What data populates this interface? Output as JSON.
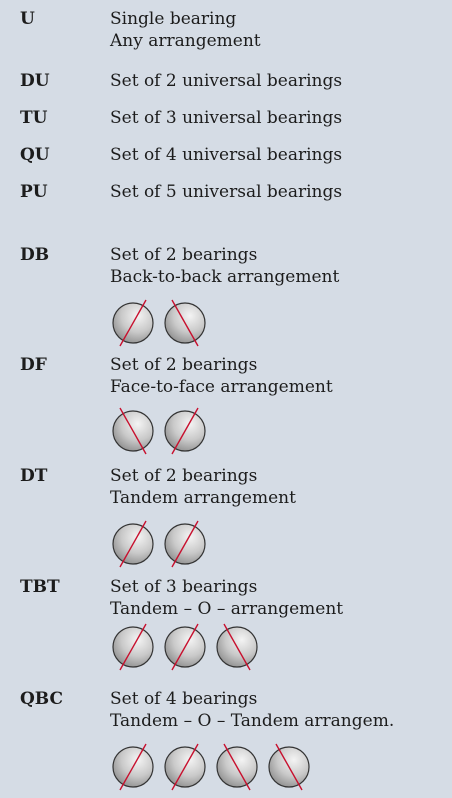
{
  "colors": {
    "background": "#d5dce5",
    "text": "#1c1c1c",
    "contact_line": "#c8102e",
    "ball_light": "#f4f4f4",
    "ball_dark": "#8c8c8c",
    "ball_outline": "#333333"
  },
  "entries": [
    {
      "code": "U",
      "line1": "Single bearing",
      "line2": "Any arrangement"
    },
    {
      "code": "DU",
      "line1": "Set of 2 universal bearings",
      "line2": ""
    },
    {
      "code": "TU",
      "line1": "Set of 3 universal bearings",
      "line2": ""
    },
    {
      "code": "QU",
      "line1": "Set of 4 universal bearings",
      "line2": ""
    },
    {
      "code": "PU",
      "line1": "Set of 5 universal bearings",
      "line2": ""
    },
    {
      "code": "DB",
      "line1": "Set of 2 bearings",
      "line2": "Back-to-back arrangement",
      "contact_angles": [
        "right",
        "left"
      ]
    },
    {
      "code": "DF",
      "line1": "Set of 2 bearings",
      "line2": "Face-to-face arrangement",
      "contact_angles": [
        "left",
        "right"
      ]
    },
    {
      "code": "DT",
      "line1": "Set of 2 bearings",
      "line2": "Tandem arrangement",
      "contact_angles": [
        "right",
        "right"
      ]
    },
    {
      "code": "TBT",
      "line1": "Set of 3 bearings",
      "line2": "Tandem – O – arrangement",
      "contact_angles": [
        "right",
        "right",
        "left"
      ]
    },
    {
      "code": "QBC",
      "line1": "Set of 4 bearings",
      "line2": "Tandem – O – Tandem arrangem.",
      "contact_angles": [
        "right",
        "right",
        "left",
        "left"
      ]
    }
  ]
}
